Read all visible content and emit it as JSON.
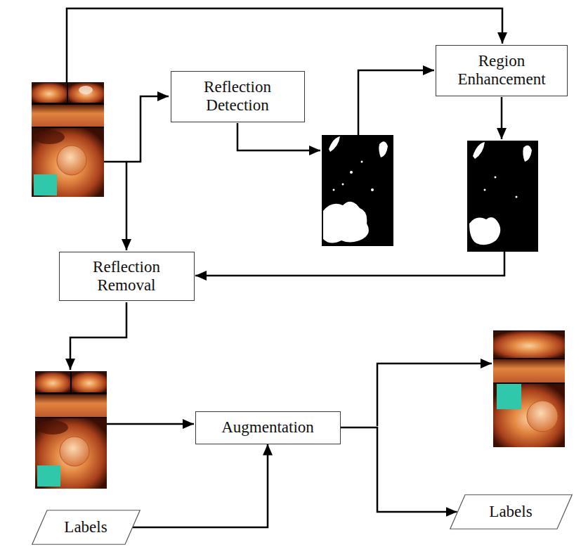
{
  "diagram": {
    "nodes": [
      {
        "text": [
          "Reflection Detection"
        ]
      },
      {
        "text": [
          "Region Enhancement"
        ]
      },
      {
        "text": [
          "Reflection Removal"
        ]
      },
      {
        "text": [
          "Augmentation"
        ]
      },
      {
        "text": [
          "Labels"
        ]
      },
      {
        "text": [
          "Labels"
        ]
      }
    ],
    "edges": [
      {
        "from": 4,
        "to": 3,
        "arrow": "to"
      },
      {
        "from": 3,
        "to": 5,
        "arrow": "to"
      }
    ]
  }
}
